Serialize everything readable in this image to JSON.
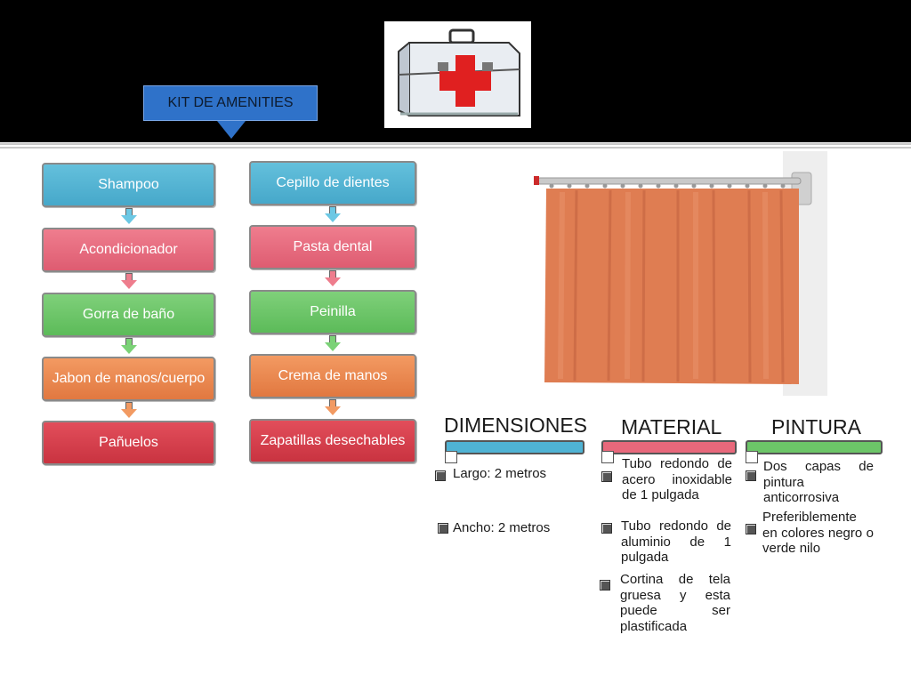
{
  "kit": {
    "label": "KIT DE AMENITIES"
  },
  "images": {
    "first_aid": "first-aid-kit-icon",
    "curtain": "shower-curtain-photo"
  },
  "flow_left": [
    "Shampoo",
    "Acondicionador",
    "Gorra de baño",
    "Jabon de manos/cuerpo",
    "Pañuelos"
  ],
  "flow_right": [
    "Cepillo de dientes",
    "Pasta dental",
    "Peinilla",
    "Crema de manos",
    "Zapatillas desechables"
  ],
  "colors": {
    "blue": "#4fb3d4",
    "pink": "#e8687b",
    "green": "#6cc568",
    "orange": "#ea8a50",
    "red": "#d63e4b",
    "kit": "#2f72c9"
  },
  "sections": {
    "dimensiones": {
      "title": "DIMENSIONES",
      "items": [
        "Largo: 2 metros",
        "Ancho: 2 metros"
      ]
    },
    "material": {
      "title": "MATERIAL",
      "items": [
        "Tubo redondo de acero inoxidable de 1 pulgada",
        "Tubo redondo de aluminio de 1 pulgada",
        "Cortina de tela gruesa y esta puede ser plastificada"
      ]
    },
    "pintura": {
      "title": "PINTURA",
      "items": [
        "Dos capas de pintura anticorrosiva",
        "Preferiblemente en colores negro o verde nilo"
      ]
    }
  }
}
